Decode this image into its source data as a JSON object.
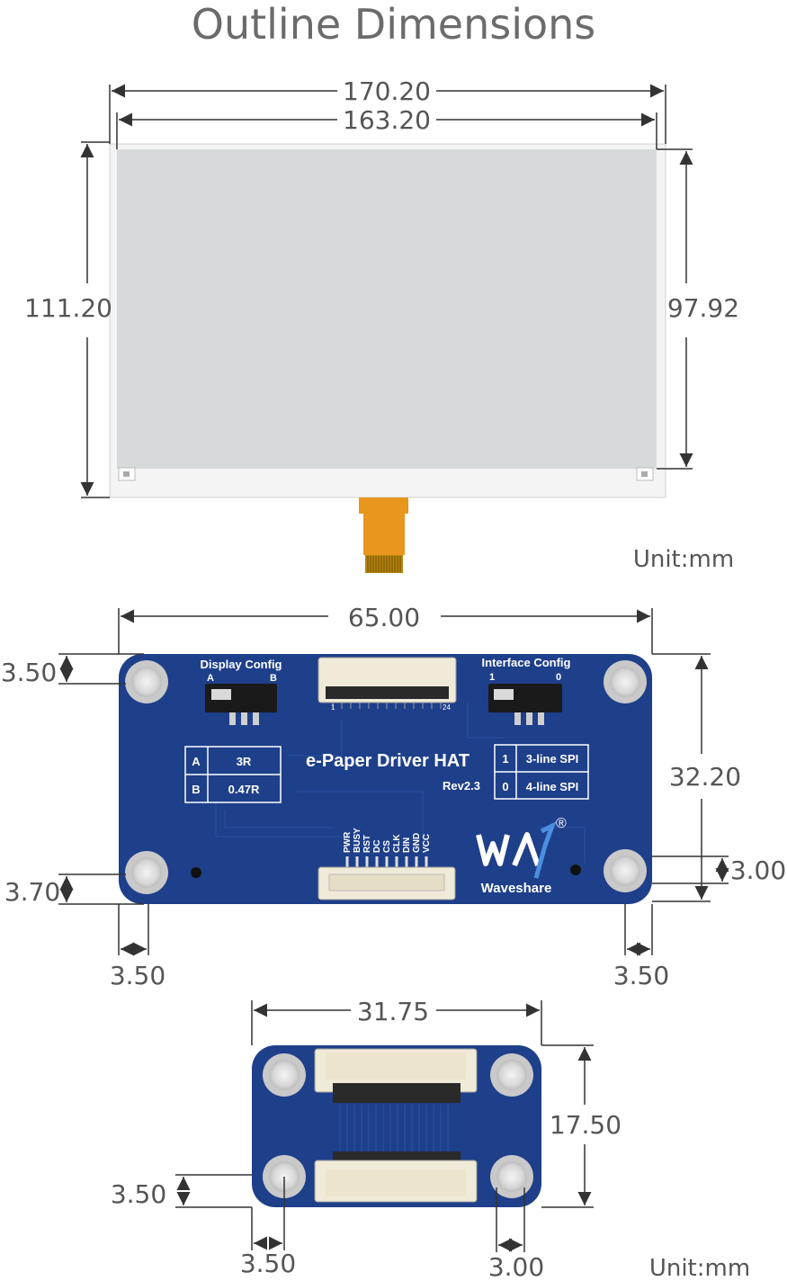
{
  "title": "Outline Dimensions",
  "unit_label": "Unit:mm",
  "display": {
    "width_outer": "170.20",
    "width_active": "163.20",
    "height_outer": "111.20",
    "height_active": "97.92"
  },
  "driver_hat": {
    "width": "65.00",
    "height": "32.20",
    "hole_offset_top": "3.50",
    "hole_offset_bottom": "3.70",
    "hole_offset_left": "3.50",
    "hole_offset_right": "3.50",
    "hole_offset_right_side": "3.00",
    "display_config": {
      "label": "Display Config",
      "pos_a": "A",
      "pos_b": "B"
    },
    "interface_config": {
      "label": "Interface Config",
      "pos_1": "1",
      "pos_0": "0"
    },
    "board_title": "e-Paper Driver HAT",
    "revision": "Rev2.3",
    "config_table": [
      {
        "key": "A",
        "value": "3R"
      },
      {
        "key": "B",
        "value": "0.47R"
      }
    ],
    "spi_table": [
      {
        "key": "1",
        "value": "3-line SPI"
      },
      {
        "key": "0",
        "value": "4-line SPI"
      }
    ],
    "pins": [
      "PWR",
      "BUSY",
      "RST",
      "DC",
      "CS",
      "CLK",
      "DIN",
      "GND",
      "VCC"
    ],
    "connector_pin_first": "1",
    "connector_pin_last": "24",
    "brand": "Waveshare",
    "registered_mark": "®"
  },
  "adapter": {
    "width": "31.75",
    "height": "17.50",
    "hole_offset_bottom": "3.50",
    "hole_offset_left": "3.50",
    "hole_offset_right": "3.00"
  },
  "colors": {
    "pcb_blue": "#1e3f8a",
    "epaper_face": "#d7dadb",
    "dimension_line": "#555555",
    "fpc_orange": "#e8961e"
  }
}
